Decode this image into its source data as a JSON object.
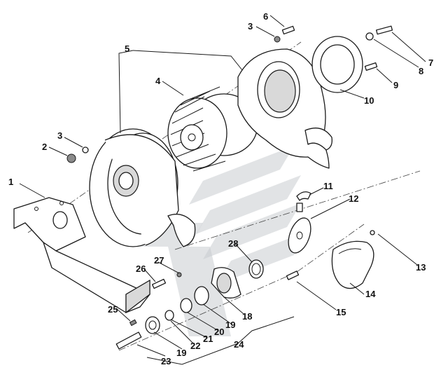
{
  "diagram": {
    "type": "exploded-parts-view",
    "callouts": [
      {
        "id": "c1",
        "text": "1"
      },
      {
        "id": "c2",
        "text": "2"
      },
      {
        "id": "c3a",
        "text": "3"
      },
      {
        "id": "c3b",
        "text": "3"
      },
      {
        "id": "c4",
        "text": "4"
      },
      {
        "id": "c5",
        "text": "5"
      },
      {
        "id": "c6",
        "text": "6"
      },
      {
        "id": "c7",
        "text": "7"
      },
      {
        "id": "c8",
        "text": "8"
      },
      {
        "id": "c9",
        "text": "9"
      },
      {
        "id": "c10",
        "text": "10"
      },
      {
        "id": "c11",
        "text": "11"
      },
      {
        "id": "c12",
        "text": "12"
      },
      {
        "id": "c13",
        "text": "13"
      },
      {
        "id": "c14",
        "text": "14"
      },
      {
        "id": "c15",
        "text": "15"
      },
      {
        "id": "c18",
        "text": "18"
      },
      {
        "id": "c19a",
        "text": "19"
      },
      {
        "id": "c19b",
        "text": "19"
      },
      {
        "id": "c20",
        "text": "20"
      },
      {
        "id": "c21",
        "text": "21"
      },
      {
        "id": "c22",
        "text": "22"
      },
      {
        "id": "c23",
        "text": "23"
      },
      {
        "id": "c24",
        "text": "24"
      },
      {
        "id": "c25",
        "text": "25"
      },
      {
        "id": "c26",
        "text": "26"
      },
      {
        "id": "c27",
        "text": "27"
      },
      {
        "id": "c28",
        "text": "28"
      }
    ],
    "colors": {
      "line": "#1a1a1a",
      "watermark": "#c8ccd0",
      "background": "#ffffff"
    }
  }
}
